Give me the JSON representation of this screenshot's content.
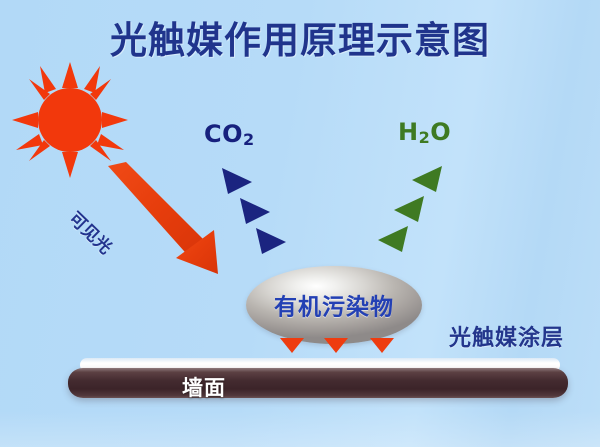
{
  "diagram": {
    "title": "光触媒作用原理示意图",
    "background_color": "#b4daf7",
    "title_color": "#20348c"
  },
  "sun": {
    "name": "sun",
    "body_color": "#f2380c",
    "ray_color": "#f2380c",
    "ray_count": 12
  },
  "light_ray": {
    "label": "可见光",
    "color": "#e8410f",
    "label_color": "#22338e"
  },
  "molecules": [
    {
      "id": "co2",
      "label": "CO",
      "subscript": "2",
      "color": "#17217e",
      "arrow_color": "#1b2480",
      "arrow_count": 3,
      "direction": "up-right"
    },
    {
      "id": "h2o",
      "label": "H",
      "subscript": "2",
      "label_tail": "O",
      "color": "#3e7a22",
      "arrow_color": "#3f7a22",
      "arrow_count": 3,
      "direction": "up-left"
    }
  ],
  "pollutant": {
    "label": "有机污染物",
    "label_color": "#2340b4",
    "fill": "#c0bcb8"
  },
  "reaction_arrows": {
    "color": "#ee3c10",
    "count": 3,
    "direction": "down"
  },
  "coating": {
    "label": "光触媒涂层",
    "label_color": "#23368c",
    "color": "#ffffff"
  },
  "wall": {
    "label": "墙面",
    "label_color": "#ffffff",
    "color": "#3c2429"
  }
}
